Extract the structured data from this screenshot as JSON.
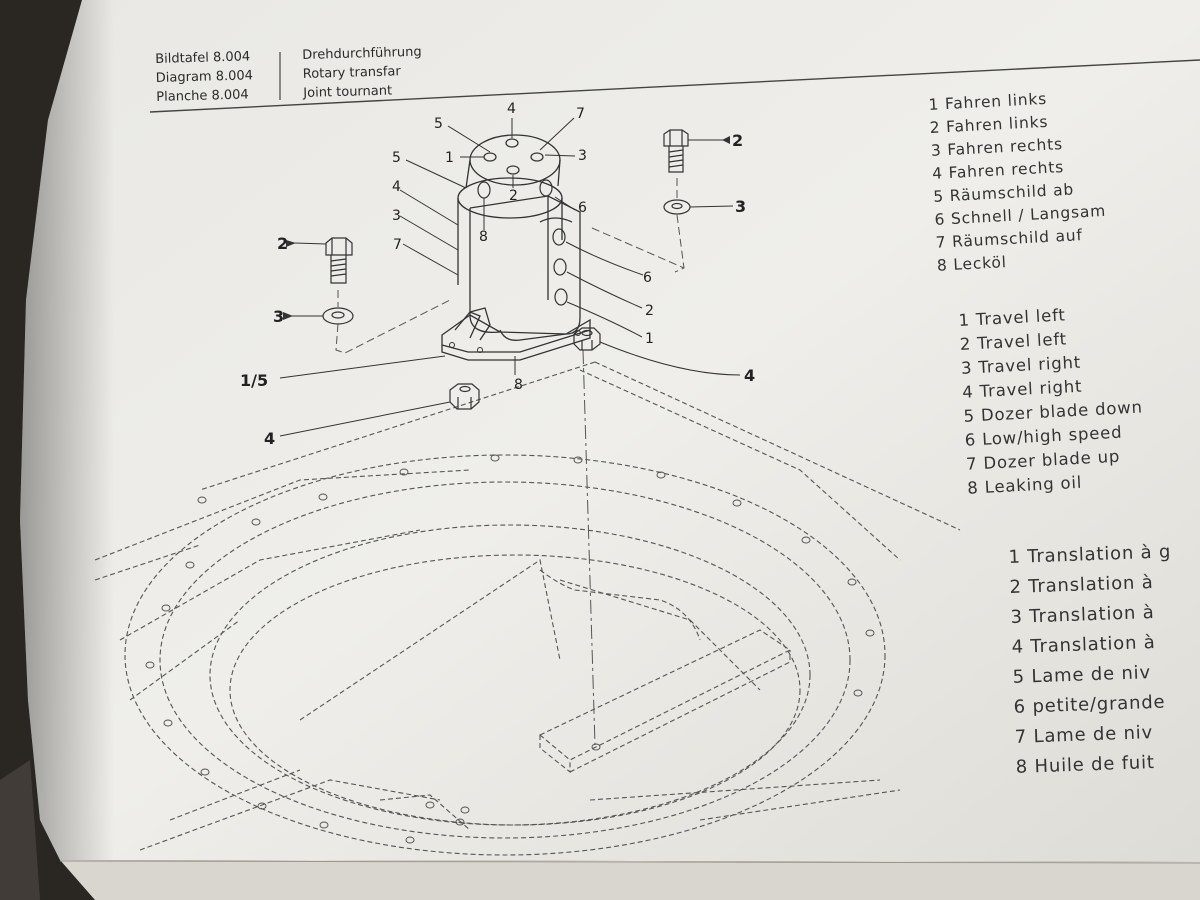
{
  "header": {
    "ref_lines": [
      "Bildtafel 8.004",
      "Diagram 8.004",
      "Planche 8.004"
    ],
    "title_lines": [
      "Drehdurchführung",
      "Rotary transfar",
      "Joint tournant"
    ]
  },
  "legend_de": [
    "1  Fahren links",
    "2  Fahren links",
    "3  Fahren rechts",
    "4  Fahren rechts",
    "5  Räumschild ab",
    "6  Schnell / Langsam",
    "7  Räumschild auf",
    "8  Lecköl"
  ],
  "legend_en": [
    "1  Travel left",
    "2  Travel left",
    "3  Travel right",
    "4  Travel right",
    "5  Dozer blade down",
    "6  Low/high speed",
    "7  Dozer blade up",
    "8  Leaking oil"
  ],
  "legend_fr": [
    "1  Translation à g",
    "2  Translation à",
    "3  Translation à",
    "4  Translation à",
    "5  Lame de niv",
    "6  petite/grande",
    "7  Lame de niv",
    "8  Huile de fuit"
  ],
  "callouts": {
    "top_4": "4",
    "top_5a": "5",
    "top_7": "7",
    "top_1": "1",
    "top_3": "3",
    "top_2": "2",
    "side_5": "5",
    "side_4": "4",
    "side_3": "3",
    "side_7": "7",
    "side_8": "8",
    "side_6": "6",
    "port_6": "6",
    "port_2": "2",
    "port_1": "1",
    "base_8": "8",
    "bolt_right_2": "2",
    "washer_right_3": "3",
    "bolt_left_2": "2",
    "washer_left_3": "3",
    "flange_1_5": "1/5",
    "nut_right_4": "4",
    "nut_bottom_4": "4"
  }
}
